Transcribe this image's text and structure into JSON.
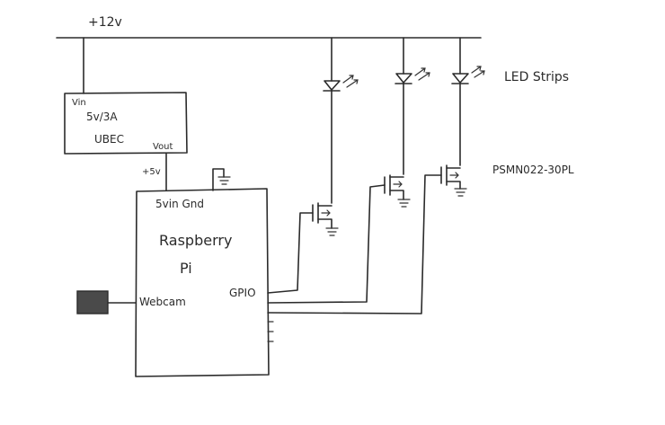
{
  "diagram": {
    "rail_label": "+12v",
    "ubec": {
      "vin_label": "Vin",
      "spec_label": "5v/3A",
      "name_label": "UBEC",
      "vout_label": "Vout"
    },
    "supply_label": "+5v",
    "pi": {
      "pins_label": "5vin Gnd",
      "name_line1": "Raspberry",
      "name_line2": "Pi",
      "gpio_label": "GPIO",
      "webcam_label": "Webcam"
    },
    "led_label": "LED Strips",
    "mosfet_label": "PSMN022-30PL"
  }
}
